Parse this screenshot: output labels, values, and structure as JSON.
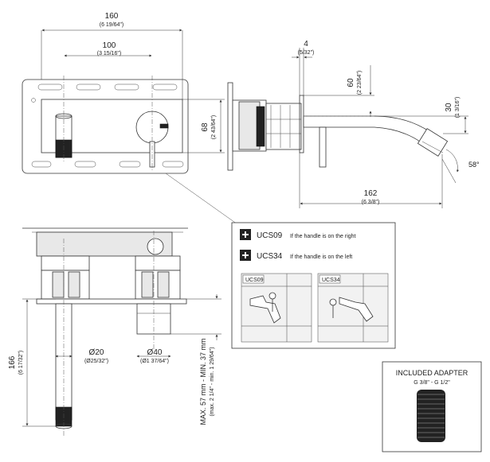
{
  "dimensions": {
    "top_width": {
      "mm": "160",
      "in": "(6 19/64\")"
    },
    "top_inner": {
      "mm": "100",
      "in": "(3 15/16\")"
    },
    "front_height": {
      "mm": "68",
      "in": "(2 43/64\")"
    },
    "side_plate": {
      "mm": "4",
      "in": "(5/32\")"
    },
    "side_height": {
      "mm": "60",
      "in": "(2 23/64\")"
    },
    "spout_drop": {
      "mm": "30",
      "in": "(1 3/16\")"
    },
    "spout_angle": "58°",
    "spout_reach": {
      "mm": "162",
      "in": "(6 3/8\")"
    },
    "bottom_length": {
      "mm": "166",
      "in": "(6 17/32\")"
    },
    "diam_small": {
      "mm": "Ø20",
      "in": "(Ø25/32\")"
    },
    "diam_large": {
      "mm": "Ø40",
      "in": "(Ø1 37/64\")"
    },
    "wall_depth": {
      "mm": "MAX. 57 mm - MIN. 37 mm",
      "in": "(max. 2 1/4\" - min. 1 29/64\")"
    }
  },
  "options_box": {
    "options": [
      {
        "code": "UCS09",
        "desc": "If the handle is on the right"
      },
      {
        "code": "UCS34",
        "desc": "If the handle is on the left"
      }
    ],
    "thumbs": [
      {
        "label": "UCS09"
      },
      {
        "label": "UCS34"
      }
    ]
  },
  "adapter_box": {
    "title": "INCLUDED ADAPTER",
    "subtitle": "G 3/8\" - G 1/2\""
  }
}
